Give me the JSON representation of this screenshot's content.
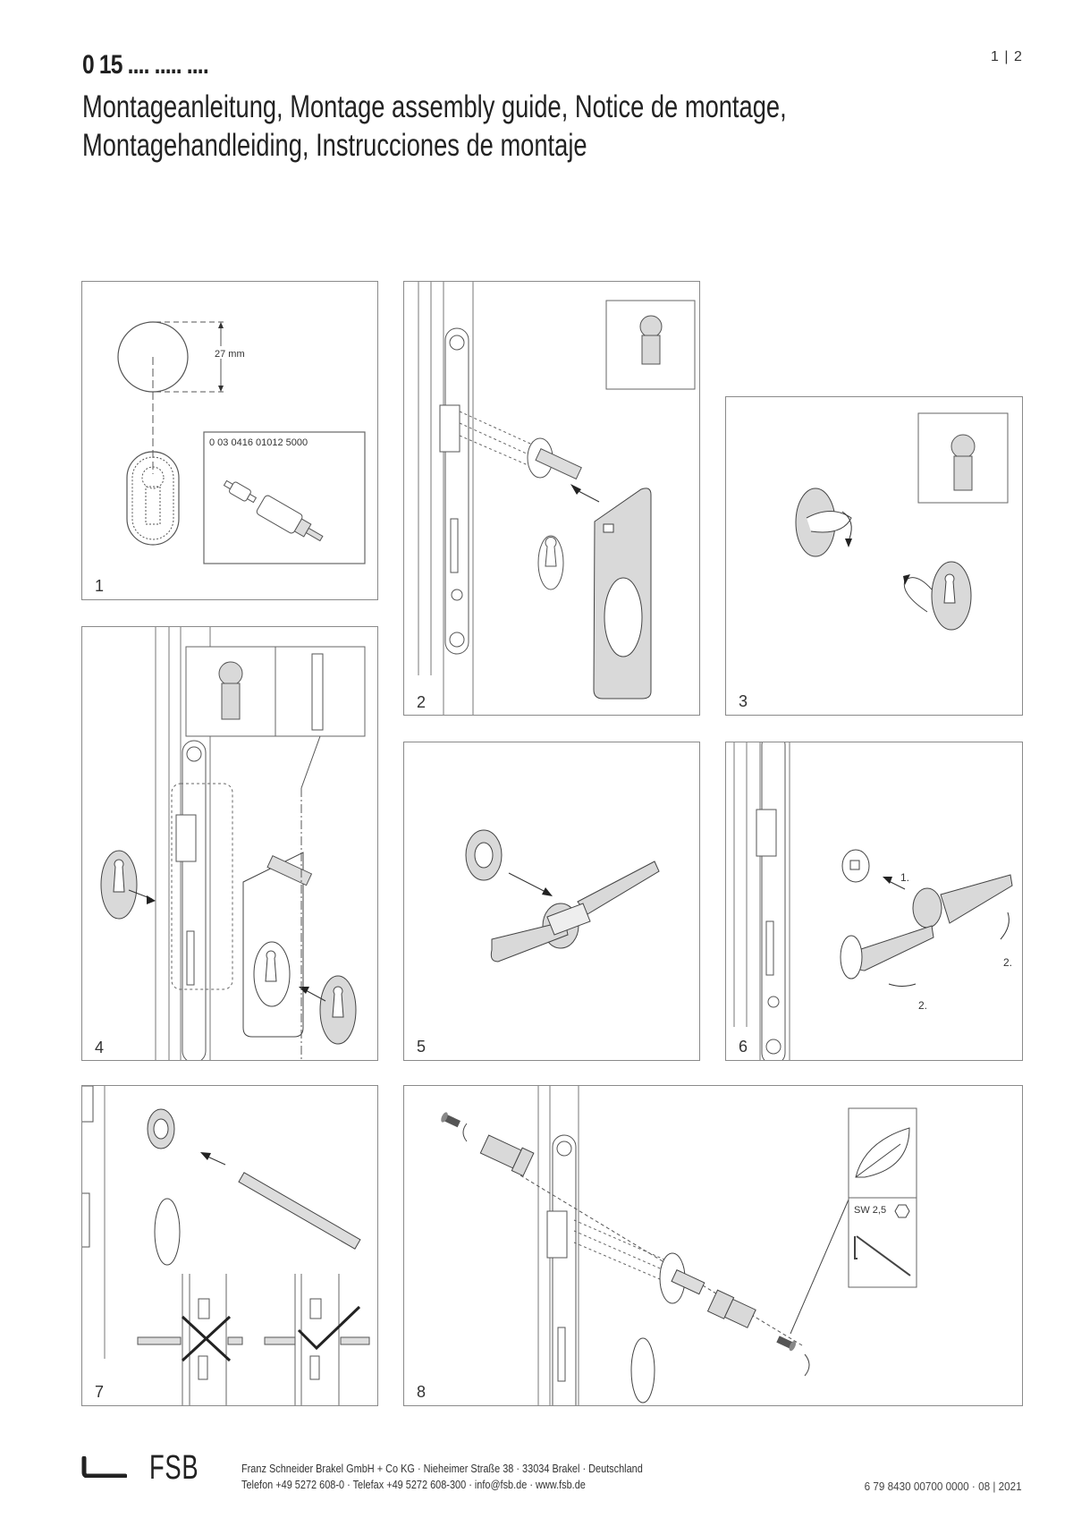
{
  "header": {
    "product_code": "0 15 .... ..... ....",
    "title_line_1": "Montageanleitung, Montage assembly guide, Notice de montage,",
    "title_line_2": "Montagehandleiding, Instrucciones de montaje",
    "page_number": "1 | 2"
  },
  "panels": [
    {
      "step": "1",
      "dimension_label": "27 mm",
      "inset_part_number": "0 03 0416 01012 5000"
    },
    {
      "step": "2"
    },
    {
      "step": "3"
    },
    {
      "step": "4"
    },
    {
      "step": "5"
    },
    {
      "step": "6",
      "labels": [
        "1.",
        "2.",
        "2."
      ]
    },
    {
      "step": "7"
    },
    {
      "step": "8",
      "tool_label": "SW 2,5"
    }
  ],
  "footer": {
    "brand": "FSB",
    "address_line_1": "Franz Schneider Brakel GmbH + Co KG · Nieheimer Straße 38 · 33034 Brakel · Deutschland",
    "address_line_2": "Telefon +49 5272 608-0 · Telefax +49 5272 608-300 · info@fsb.de · www.fsb.de",
    "document_number": "6 79 8430 00700 0000 · 08 | 2021"
  },
  "colors": {
    "line": "#555555",
    "fill_grey": "#d9d9d9",
    "border": "#8a8a8a"
  }
}
